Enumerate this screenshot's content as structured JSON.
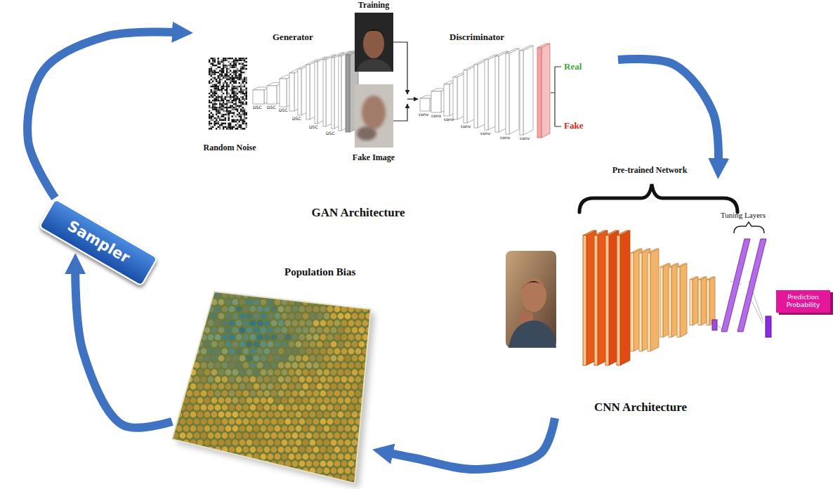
{
  "diagram": {
    "nodes": [
      {
        "text": [
          "GAN Architecture"
        ]
      },
      {
        "text": [
          "CNN Architecture"
        ]
      },
      {
        "text": [
          "Prediction Probability"
        ],
        "in": 1
      },
      {
        "text": [
          "Population Bias"
        ]
      },
      {
        "text": [
          "Sampler"
        ]
      }
    ],
    "edges": [
      {
        "from": 4,
        "to": 0,
        "arrow": "to"
      },
      {
        "from": 0,
        "to": 1,
        "arrow": "to"
      },
      {
        "from": 1,
        "to": 3,
        "arrow": "to"
      },
      {
        "from": 3,
        "to": 4,
        "arrow": "to"
      }
    ],
    "labels": [
      "Training",
      "Generator",
      "Random Noise",
      "DSC",
      "DSC",
      "DSC",
      "DSC",
      "DSC",
      "DSC",
      "Fake Image",
      "Discriminator",
      "conv",
      "conv",
      "conv",
      "conv",
      "conv",
      "conv",
      "conv",
      "Real",
      "Fake",
      "Pre-trained Network",
      "Tuning Layers"
    ]
  }
}
